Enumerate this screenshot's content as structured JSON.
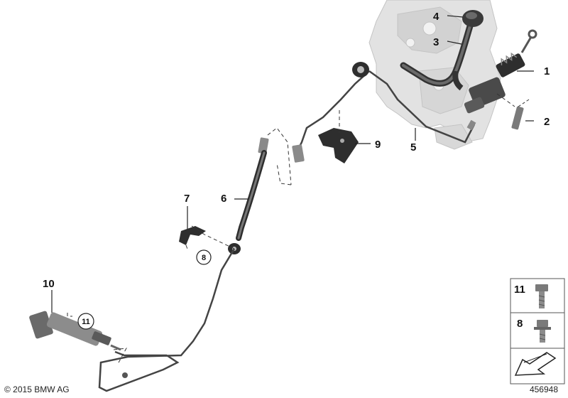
{
  "diagram": {
    "callouts": [
      "1",
      "2",
      "3",
      "4",
      "5",
      "6",
      "7",
      "8",
      "9",
      "10",
      "11"
    ],
    "circled_callouts": [
      "8",
      "11"
    ],
    "legend": {
      "entries": [
        {
          "number": "11",
          "icon": "hex-bolt-icon"
        },
        {
          "number": "8",
          "icon": "hex-flange-bolt-icon"
        }
      ],
      "arrow_icon": "direction-arrow-icon"
    }
  },
  "footer": {
    "copyright": "© 2015 BMW AG",
    "image_number": "456948"
  },
  "colors": {
    "line": "#333333",
    "part_dark": "#3a3a3a",
    "part_mid": "#8a8a8a",
    "pedal_box": "#dcdcdc",
    "legend_border": "#555555"
  }
}
